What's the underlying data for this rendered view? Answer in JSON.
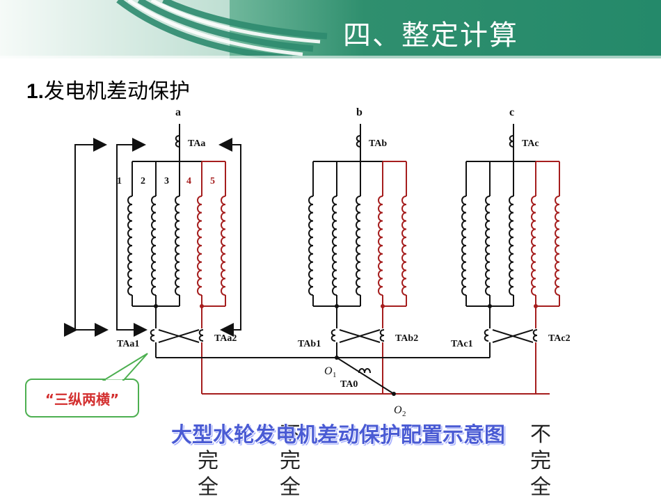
{
  "header": {
    "title": "四、整定计算"
  },
  "section": {
    "number": "1.",
    "title": "发电机差动保护"
  },
  "diagram": {
    "phases": [
      "a",
      "b",
      "c"
    ],
    "ct_main": [
      "TAa",
      "TAb",
      "TAc"
    ],
    "branch_numbers": [
      "1",
      "2",
      "3",
      "4",
      "5"
    ],
    "ct_left": [
      "TAa1",
      "TAb1",
      "TAc1"
    ],
    "ct_right": [
      "TAa2",
      "TAb2",
      "TAc2"
    ],
    "node_o1": "O",
    "node_o1_sub": "1",
    "node_o2": "O",
    "node_o2_sub": "2",
    "ta0": "TA0",
    "colors": {
      "black": "#111111",
      "red": "#a51d1d",
      "header_green": "#2e8b6f"
    }
  },
  "callout": {
    "text": "“三纵两横”"
  },
  "caption": {
    "text": "大型水轮发电机差动保护配置示意图"
  },
  "overlay_chars": {
    "col1": [
      "完",
      "全"
    ],
    "col2": [
      "不",
      "完",
      "全"
    ],
    "col3": [
      "不",
      "完",
      "全"
    ]
  }
}
